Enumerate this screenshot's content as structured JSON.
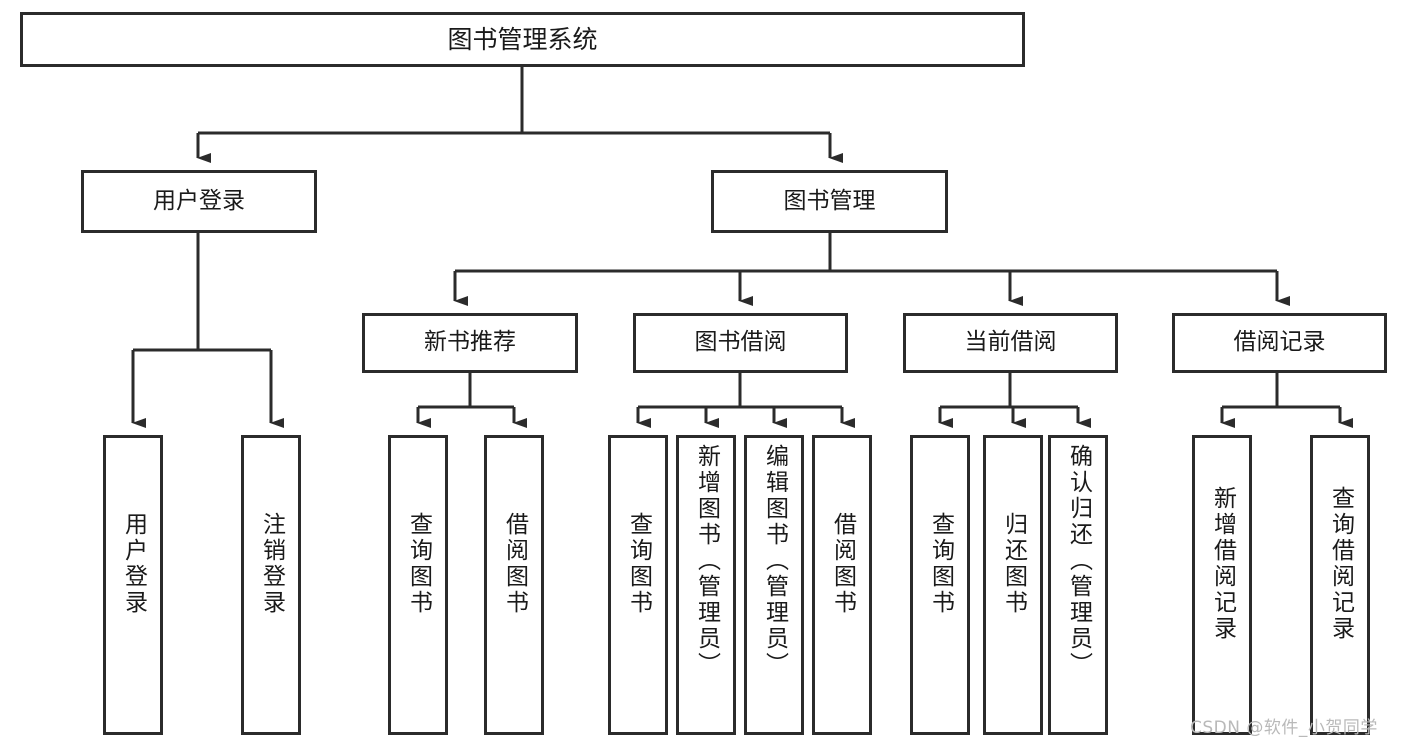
{
  "diagram": {
    "title": "图书管理系统",
    "root": {
      "id": "root",
      "label": "图书管理系统"
    },
    "level1": [
      {
        "id": "user-login",
        "label": "用户登录"
      },
      {
        "id": "book-manage",
        "label": "图书管理"
      }
    ],
    "level2": [
      {
        "id": "new-book-recommend",
        "label": "新书推荐",
        "parent": "book-manage"
      },
      {
        "id": "book-borrow",
        "label": "图书借阅",
        "parent": "book-manage"
      },
      {
        "id": "current-borrow",
        "label": "当前借阅",
        "parent": "book-manage"
      },
      {
        "id": "borrow-record",
        "label": "借阅记录",
        "parent": "book-manage"
      }
    ],
    "leaves": [
      {
        "id": "leaf-user-login",
        "label": "用户登录",
        "parent": "user-login"
      },
      {
        "id": "leaf-logout",
        "label": "注销登录",
        "parent": "user-login"
      },
      {
        "id": "leaf-query-book-1",
        "label": "查询图书",
        "parent": "new-book-recommend"
      },
      {
        "id": "leaf-borrow-book-1",
        "label": "借阅图书",
        "parent": "new-book-recommend"
      },
      {
        "id": "leaf-query-book-2",
        "label": "查询图书",
        "parent": "book-borrow"
      },
      {
        "id": "leaf-add-book",
        "label": "新增图书（管理员）",
        "parent": "book-borrow"
      },
      {
        "id": "leaf-edit-book",
        "label": "编辑图书（管理员）",
        "parent": "book-borrow"
      },
      {
        "id": "leaf-borrow-book-2",
        "label": "借阅图书",
        "parent": "book-borrow"
      },
      {
        "id": "leaf-query-book-3",
        "label": "查询图书",
        "parent": "current-borrow"
      },
      {
        "id": "leaf-return-book",
        "label": "归还图书",
        "parent": "current-borrow"
      },
      {
        "id": "leaf-confirm-return",
        "label": "确认归还（管理员）",
        "parent": "current-borrow"
      },
      {
        "id": "leaf-add-record",
        "label": "新增借阅记录",
        "parent": "borrow-record"
      },
      {
        "id": "leaf-query-record",
        "label": "查询借阅记录",
        "parent": "borrow-record"
      }
    ]
  },
  "watermark": {
    "text": "CSDN @软件_小贺同学"
  },
  "colors": {
    "stroke": "#2b2b2b",
    "fill": "#ffffff",
    "text": "#1a1a1a",
    "watermark": "#b9b9b9"
  }
}
